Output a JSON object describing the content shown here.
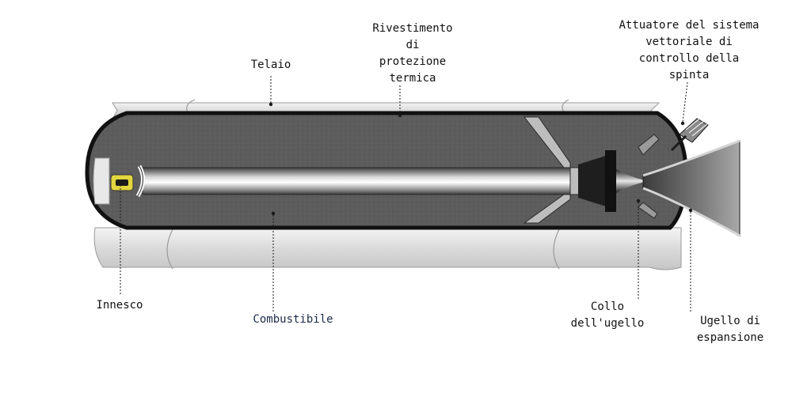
{
  "labels": {
    "telaio": "Telaio",
    "rivestimento": "Rivestimento\ndi\nprotezione\ntermica",
    "attuatore": "Attuatore del sistema\nvettoriale di\ncontrollo della\nspinta",
    "innesco": "Innesco",
    "combustibile": "Combustibile",
    "collo": "Collo\ndell'ugello",
    "ugello": "Ugello di\nespansione"
  },
  "colors": {
    "casing": "#dcdcdc",
    "casing_edge": "#9a9a9a",
    "propellant": "#5e5e5e",
    "liner": "#1a1a1a",
    "igniter": "#e2d640",
    "nozzle": "#3a3a3a"
  }
}
